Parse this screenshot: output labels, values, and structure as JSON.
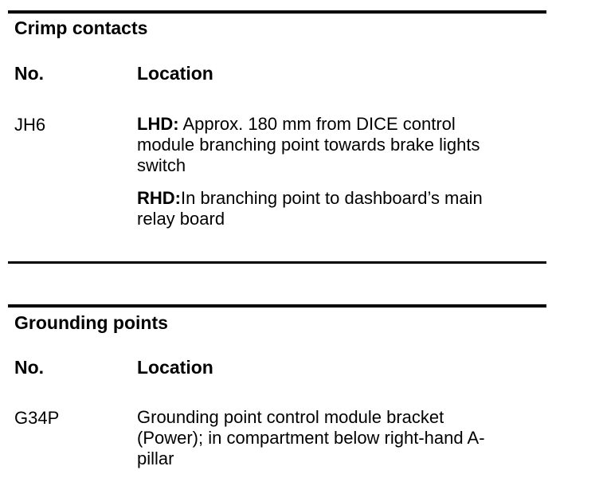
{
  "sections": [
    {
      "title": "Crimp contacts",
      "col_no": "No.",
      "col_location": "Location",
      "rows": [
        {
          "no": "JH6",
          "entries": [
            {
              "label": "LHD:",
              "lines": [
                "Approx. 180 mm from DICE control",
                "module branching point towards brake lights",
                "switch"
              ]
            },
            {
              "label": "RHD:",
              "lines": [
                "In branching point to dashboard’s main",
                "relay board"
              ]
            }
          ]
        }
      ]
    },
    {
      "title": "Grounding points",
      "col_no": "No.",
      "col_location": "Location",
      "rows": [
        {
          "no": "G34P",
          "lines": [
            "Grounding point control module bracket",
            "(Power); in compartment below right-hand A-",
            "pillar"
          ]
        }
      ]
    }
  ]
}
